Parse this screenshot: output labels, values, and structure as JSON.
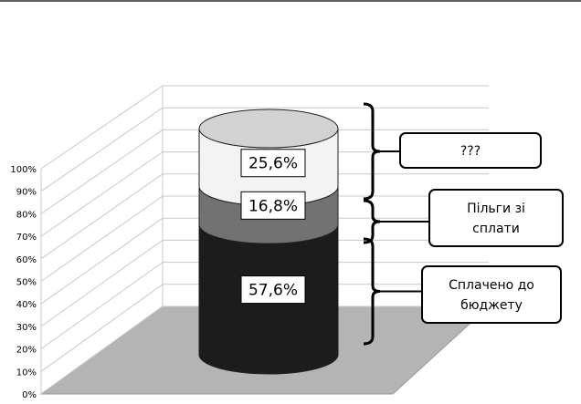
{
  "chart_data": {
    "type": "bar",
    "stacked": true,
    "three_d": true,
    "shape": "cylinder",
    "ylim": [
      0,
      100
    ],
    "y_ticks": [
      "0%",
      "10%",
      "20%",
      "30%",
      "40%",
      "50%",
      "60%",
      "70%",
      "80%",
      "90%",
      "100%"
    ],
    "grid": true,
    "segments": [
      {
        "value": 57.6,
        "label": "57,6%",
        "color": "#1c1c1c"
      },
      {
        "value": 16.8,
        "label": "16,8%",
        "color": "#727272"
      },
      {
        "value": 25.6,
        "label": "25,6%",
        "color": "#f3f3f3"
      }
    ],
    "callouts": [
      {
        "lines": [
          "???"
        ]
      },
      {
        "lines": [
          "Пільги зі",
          "сплати"
        ]
      },
      {
        "lines": [
          "Сплачено до",
          "бюджету"
        ]
      }
    ],
    "colors": {
      "floor": "#b4b4b4",
      "grid": "#c8c8c8",
      "bracket": "#000000",
      "box_border": "#000000"
    }
  }
}
